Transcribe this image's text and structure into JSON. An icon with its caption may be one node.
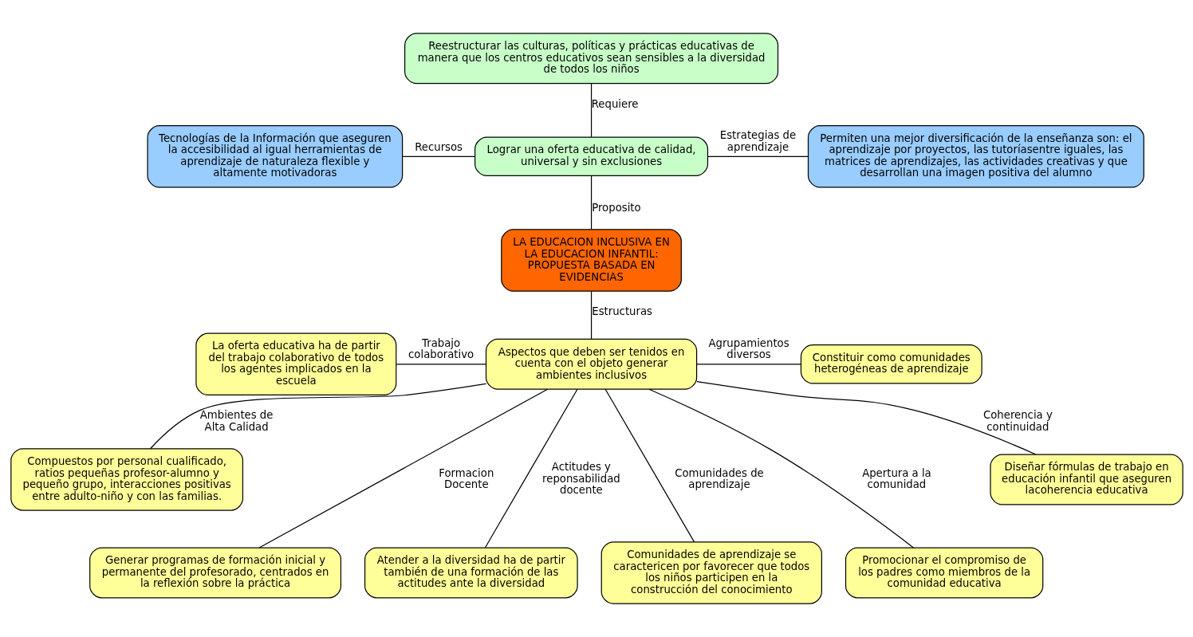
{
  "diagram": {
    "nodes": [
      {
        "text": [
          "Reestructurar las culturas, políticas y prácticas educativas de manera que los centros educativos sean sensibles a la diversidad de todos los niños"
        ]
      },
      {
        "text": [
          "Tecnologías de la Información que aseguren la accesibilidad al igual herramientas de aprendizaje de naturaleza flexible y altamente motivadoras"
        ]
      },
      {
        "text": [
          "Lograr una oferta educativa de calidad, universal y sin exclusiones"
        ]
      },
      {
        "text": [
          "Permiten una mejor diversificación de la enseñanza son: el aprendizaje por proyectos, las tutoríasentre iguales, las matrices de aprendizajes, las actividades creativas y que desarrollan una imagen positiva del alumno"
        ]
      },
      {
        "text": [
          "LA EDUCACION INCLUSIVA EN LA EDUCACION INFANTIL: PROPUESTA BASADA EN EVIDENCIAS"
        ]
      },
      {
        "text": [
          "La oferta educativa ha de partir del trabajo colaborativo de todos los agentes implicados en la escuela"
        ]
      },
      {
        "text": [
          "Aspectos que deben ser tenidos en cuenta con el objeto generar ambientes inclusivos"
        ]
      },
      {
        "text": [
          "Constituir como comunidades heterogéneas de aprendizaje"
        ]
      },
      {
        "text": [
          "Compuestos por personal cualificado, ratios pequeñas profesor-alumno y pequeño grupo, interacciones positivas entre adulto-niño y con las familias."
        ]
      },
      {
        "text": [
          "Diseñar fórmulas de trabajo en educación infantil que aseguren lacoherencia educativa"
        ]
      },
      {
        "text": [
          "Generar programas de formación inicial y permanente del profesorado, centrados en la reflexión sobre la práctica"
        ]
      },
      {
        "text": [
          "Atender a la diversidad ha de partir también de una formación de las actitudes ante la diversidad"
        ]
      },
      {
        "text": [
          "Comunidades de aprendizaje se caractericen por favorecer que todos los niños participen en la construcción del conocimiento"
        ]
      },
      {
        "text": [
          "Promocionar el compromiso de los padres como miembros de la comunidad educativa"
        ]
      }
    ],
    "edges": [
      {
        "from": 0,
        "to": 2,
        "arrow": "none",
        "label": "Requiere"
      },
      {
        "from": 1,
        "to": 2,
        "arrow": "none",
        "label": "Recursos"
      },
      {
        "from": 2,
        "to": 3,
        "arrow": "none",
        "label": "Estrategias de aprendizaje"
      },
      {
        "from": 2,
        "to": 4,
        "arrow": "none",
        "label": "Proposito"
      },
      {
        "from": 4,
        "to": 6,
        "arrow": "none",
        "label": "Estructuras"
      },
      {
        "from": 5,
        "to": 6,
        "arrow": "none",
        "label": "Trabajo colaborativo"
      },
      {
        "from": 6,
        "to": 7,
        "arrow": "none",
        "label": "Agrupamientos diversos"
      },
      {
        "from": 6,
        "to": 8,
        "arrow": "none",
        "label": "Ambientes de Alta Calidad"
      },
      {
        "from": 6,
        "to": 10,
        "arrow": "none",
        "label": "Formacion Docente"
      },
      {
        "from": 6,
        "to": 11,
        "arrow": "none",
        "label": "Actitudes y reponsabilidad docente"
      },
      {
        "from": 6,
        "to": 12,
        "arrow": "none",
        "label": "Comunidades de aprendizaje"
      },
      {
        "from": 6,
        "to": 13,
        "arrow": "none",
        "label": "Apertura a la comunidad"
      },
      {
        "from": 6,
        "to": 9,
        "arrow": "none",
        "label": "Coherencia y continuidad"
      }
    ]
  }
}
